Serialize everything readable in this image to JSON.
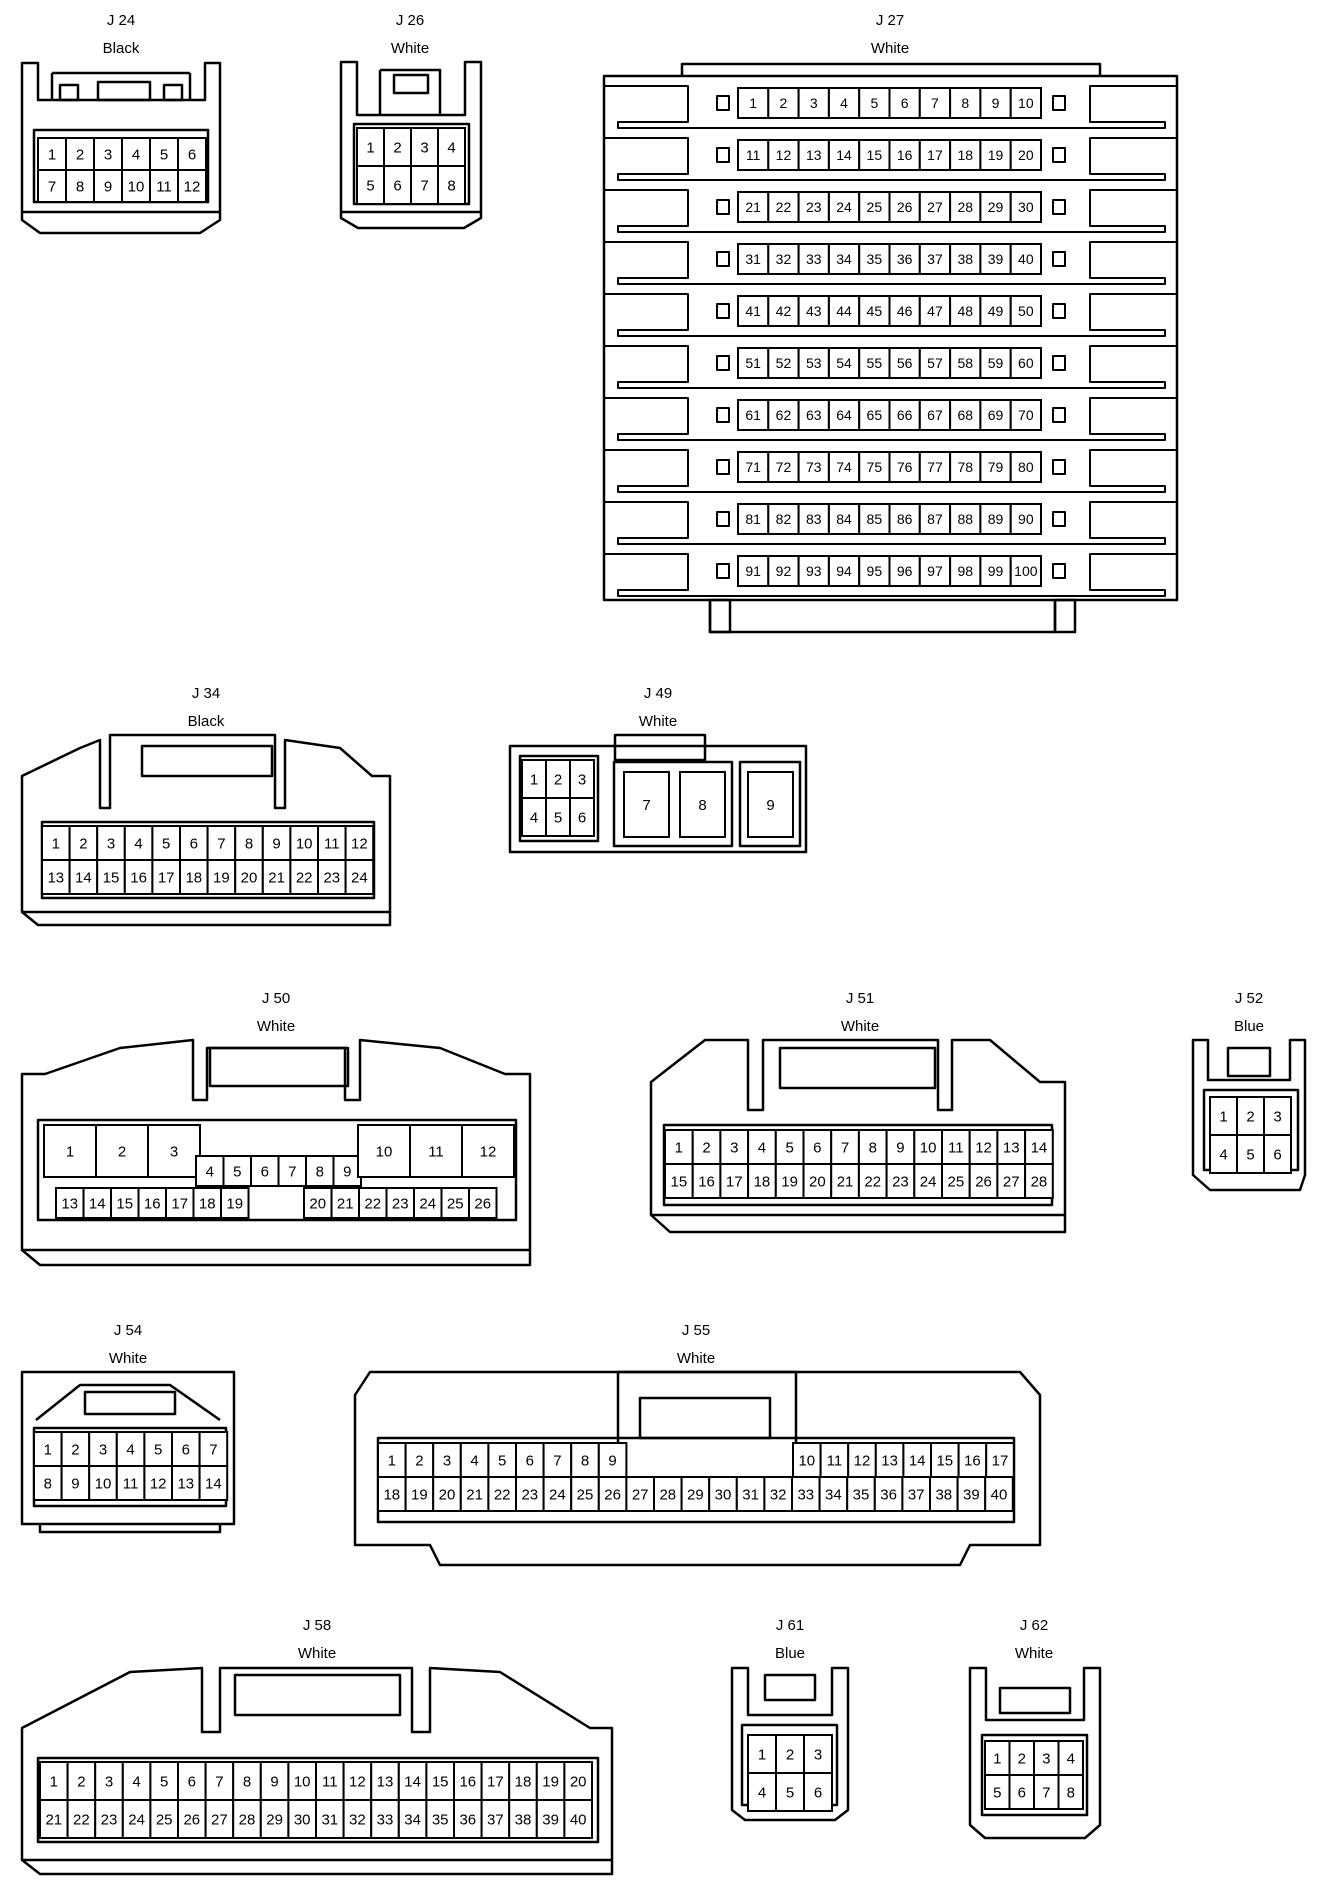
{
  "connectors": [
    {
      "id": "J 24",
      "color": "Black",
      "pins": [
        "1",
        "2",
        "3",
        "4",
        "5",
        "6",
        "7",
        "8",
        "9",
        "10",
        "11",
        "12"
      ]
    },
    {
      "id": "J 26",
      "color": "White",
      "pins": [
        "1",
        "2",
        "3",
        "4",
        "5",
        "6",
        "7",
        "8"
      ]
    },
    {
      "id": "J 27",
      "color": "White",
      "pins": [
        "1",
        "2",
        "3",
        "4",
        "5",
        "6",
        "7",
        "8",
        "9",
        "10",
        "11",
        "12",
        "13",
        "14",
        "15",
        "16",
        "17",
        "18",
        "19",
        "20",
        "21",
        "22",
        "23",
        "24",
        "25",
        "26",
        "27",
        "28",
        "29",
        "30",
        "31",
        "32",
        "33",
        "34",
        "35",
        "36",
        "37",
        "38",
        "39",
        "40",
        "41",
        "42",
        "43",
        "44",
        "45",
        "46",
        "47",
        "48",
        "49",
        "50",
        "51",
        "52",
        "53",
        "54",
        "55",
        "56",
        "57",
        "58",
        "59",
        "60",
        "61",
        "62",
        "63",
        "64",
        "65",
        "66",
        "67",
        "68",
        "69",
        "70",
        "71",
        "72",
        "73",
        "74",
        "75",
        "76",
        "77",
        "78",
        "79",
        "80",
        "81",
        "82",
        "83",
        "84",
        "85",
        "86",
        "87",
        "88",
        "89",
        "90",
        "91",
        "92",
        "93",
        "94",
        "95",
        "96",
        "97",
        "98",
        "99",
        "100"
      ]
    },
    {
      "id": "J 34",
      "color": "Black",
      "pins": [
        "1",
        "2",
        "3",
        "4",
        "5",
        "6",
        "7",
        "8",
        "9",
        "10",
        "11",
        "12",
        "13",
        "14",
        "15",
        "16",
        "17",
        "18",
        "19",
        "20",
        "21",
        "22",
        "23",
        "24"
      ]
    },
    {
      "id": "J 49",
      "color": "White",
      "pins": [
        "1",
        "2",
        "3",
        "4",
        "5",
        "6",
        "7",
        "8",
        "9"
      ]
    },
    {
      "id": "J 50",
      "color": "White",
      "pins": [
        "1",
        "2",
        "3",
        "4",
        "5",
        "6",
        "7",
        "8",
        "9",
        "10",
        "11",
        "12",
        "13",
        "14",
        "15",
        "16",
        "17",
        "18",
        "19",
        "20",
        "21",
        "22",
        "23",
        "24",
        "25",
        "26"
      ]
    },
    {
      "id": "J 51",
      "color": "White",
      "pins": [
        "1",
        "2",
        "3",
        "4",
        "5",
        "6",
        "7",
        "8",
        "9",
        "10",
        "11",
        "12",
        "13",
        "14",
        "15",
        "16",
        "17",
        "18",
        "19",
        "20",
        "21",
        "22",
        "23",
        "24",
        "25",
        "26",
        "27",
        "28"
      ]
    },
    {
      "id": "J 52",
      "color": "Blue",
      "pins": [
        "1",
        "2",
        "3",
        "4",
        "5",
        "6"
      ]
    },
    {
      "id": "J 54",
      "color": "White",
      "pins": [
        "1",
        "2",
        "3",
        "4",
        "5",
        "6",
        "7",
        "8",
        "9",
        "10",
        "11",
        "12",
        "13",
        "14"
      ]
    },
    {
      "id": "J 55",
      "color": "White",
      "pins": [
        "1",
        "2",
        "3",
        "4",
        "5",
        "6",
        "7",
        "8",
        "9",
        "10",
        "11",
        "12",
        "13",
        "14",
        "15",
        "16",
        "17",
        "18",
        "19",
        "20",
        "21",
        "22",
        "23",
        "24",
        "25",
        "26",
        "27",
        "28",
        "29",
        "30",
        "31",
        "32",
        "33",
        "34",
        "35",
        "36",
        "37",
        "38",
        "39",
        "40"
      ]
    },
    {
      "id": "J 58",
      "color": "White",
      "pins": [
        "1",
        "2",
        "3",
        "4",
        "5",
        "6",
        "7",
        "8",
        "9",
        "10",
        "11",
        "12",
        "13",
        "14",
        "15",
        "16",
        "17",
        "18",
        "19",
        "20",
        "21",
        "22",
        "23",
        "24",
        "25",
        "26",
        "27",
        "28",
        "29",
        "30",
        "31",
        "32",
        "33",
        "34",
        "35",
        "36",
        "37",
        "38",
        "39",
        "40"
      ]
    },
    {
      "id": "J 61",
      "color": "Blue",
      "pins": [
        "1",
        "2",
        "3",
        "4",
        "5",
        "6"
      ]
    },
    {
      "id": "J 62",
      "color": "White",
      "pins": [
        "1",
        "2",
        "3",
        "4",
        "5",
        "6",
        "7",
        "8"
      ]
    }
  ]
}
